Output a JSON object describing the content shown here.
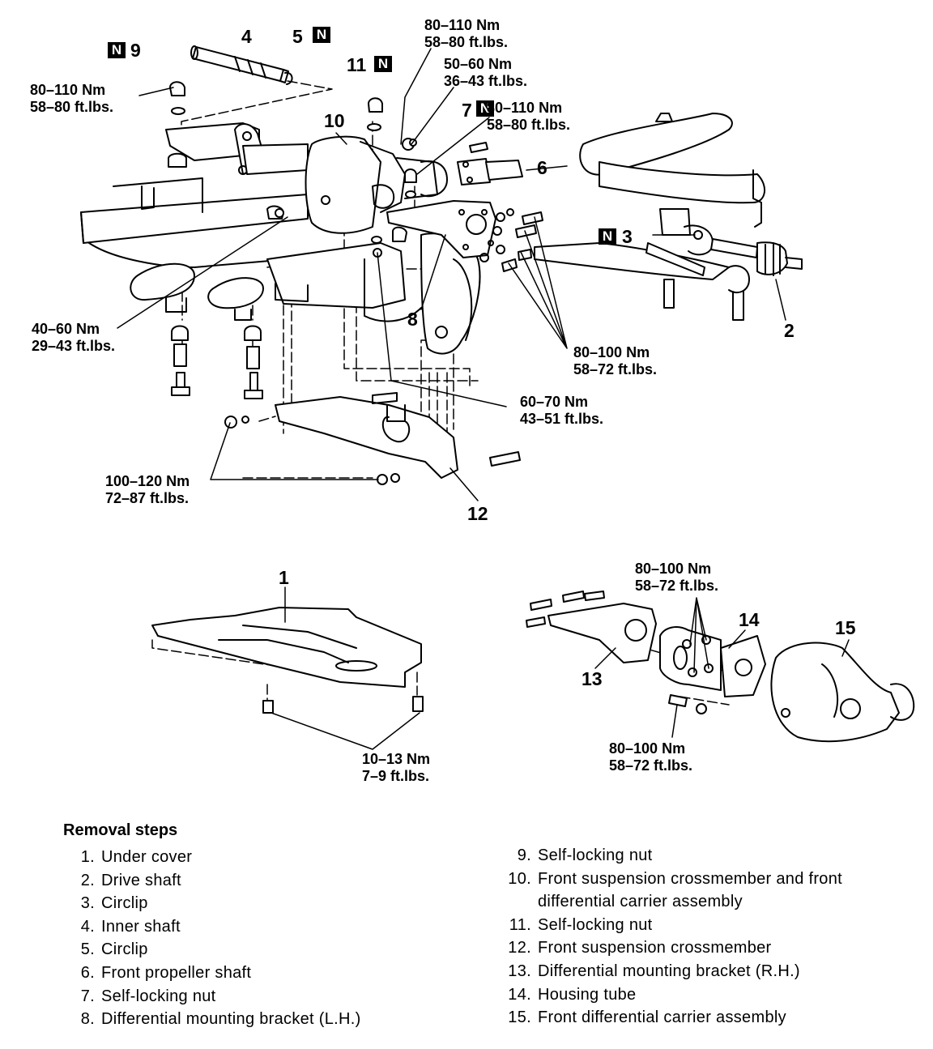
{
  "torque_labels": {
    "t9_nm": "80–110 Nm",
    "t9_ft": "58–80  ft.lbs.",
    "t11_nm": "80–110 Nm",
    "t11_ft": "58–80 ft.lbs.",
    "t5060_nm": "50–60 Nm",
    "t5060_ft": "36–43 ft.lbs.",
    "t7_nm": "80–110 Nm",
    "t7_ft": "58–80 ft.lbs.",
    "t4060_nm": "40–60 Nm",
    "t4060_ft": "29–43 ft.lbs.",
    "t80100a_nm": "80–100 Nm",
    "t80100a_ft": "58–72 ft.lbs.",
    "t6070_nm": "60–70 Nm",
    "t6070_ft": "43–51 ft.lbs.",
    "t100120_nm": "100–120 Nm",
    "t100120_ft": "72–87 ft.lbs.",
    "t1013_nm": "10–13 Nm",
    "t1013_ft": "7–9 ft.lbs.",
    "t80100b_nm": "80–100 Nm",
    "t80100b_ft": "58–72 ft.lbs.",
    "t80100c_nm": "80–100 Nm",
    "t80100c_ft": "58–72 ft.lbs."
  },
  "part_numbers": {
    "p1": "1",
    "p2": "2",
    "p3": "3",
    "p4": "4",
    "p5": "5",
    "p6": "6",
    "p7": "7",
    "p8": "8",
    "p9": "9",
    "p10": "10",
    "p11": "11",
    "p12": "12",
    "p13": "13",
    "p14": "14",
    "p15": "15"
  },
  "n_mark": "N",
  "removal_title": "Removal steps",
  "steps_left": [
    {
      "num": "1.",
      "text": "Under cover"
    },
    {
      "num": "2.",
      "text": "Drive shaft"
    },
    {
      "num": "3.",
      "text": "Circlip"
    },
    {
      "num": "4.",
      "text": "Inner shaft"
    },
    {
      "num": "5.",
      "text": "Circlip"
    },
    {
      "num": "6.",
      "text": "Front propeller shaft"
    },
    {
      "num": "7.",
      "text": "Self-locking nut"
    },
    {
      "num": "8.",
      "text": "Differential mounting bracket (L.H.)"
    }
  ],
  "steps_right": [
    {
      "num": "9.",
      "text": "Self-locking nut"
    },
    {
      "num": "10.",
      "text": "Front suspension crossmember and front"
    },
    {
      "num": "",
      "text": "differential carrier assembly"
    },
    {
      "num": "11.",
      "text": "Self-locking nut"
    },
    {
      "num": "12.",
      "text": "Front suspension crossmember"
    },
    {
      "num": "13.",
      "text": "Differential mounting bracket (R.H.)"
    },
    {
      "num": "14.",
      "text": "Housing tube"
    },
    {
      "num": "15.",
      "text": "Front differential carrier assembly"
    }
  ]
}
